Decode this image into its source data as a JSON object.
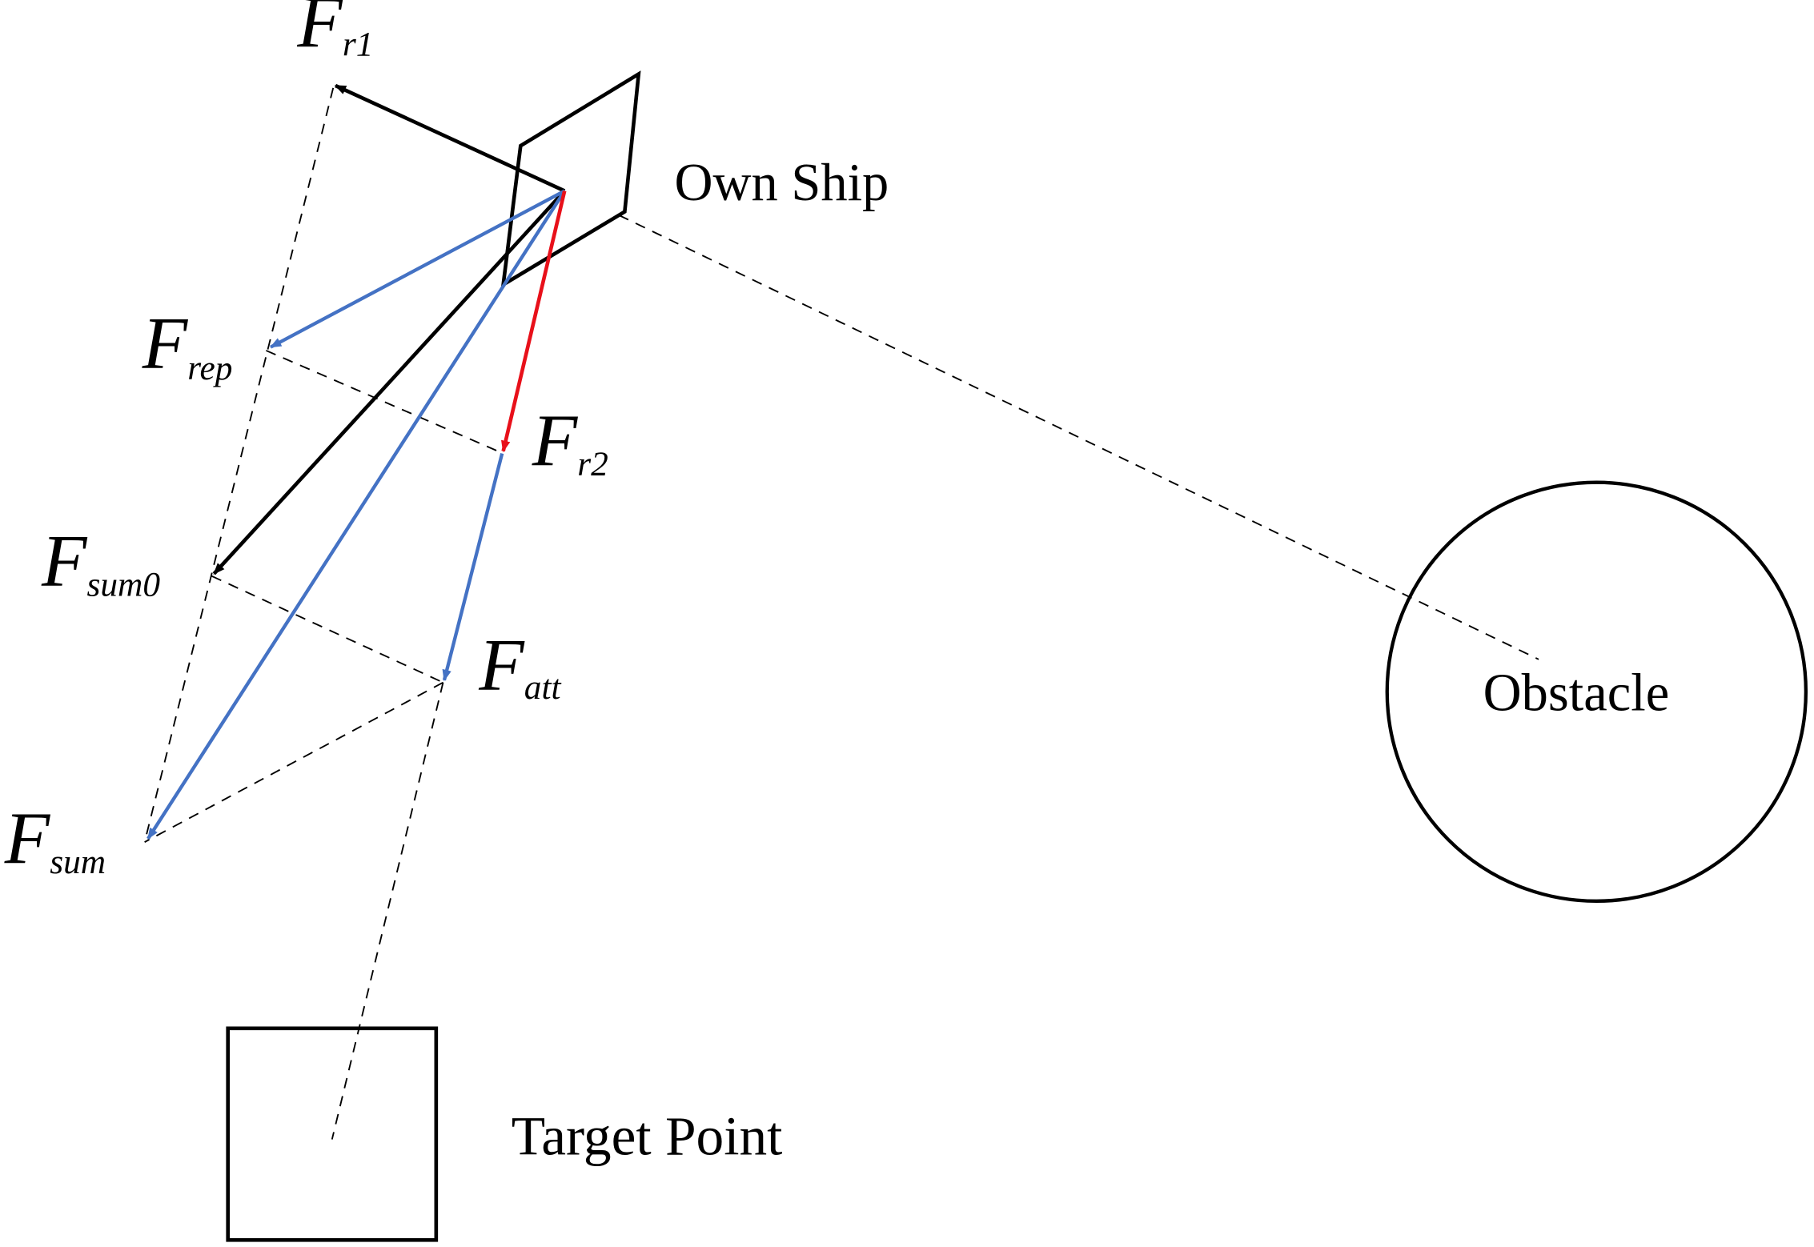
{
  "labels": {
    "own_ship": "Own Ship",
    "obstacle": "Obstacle",
    "target_point": "Target Point"
  },
  "forces": {
    "fr1": {
      "main": "F",
      "sub": "r1"
    },
    "frep": {
      "main": "F",
      "sub": "rep"
    },
    "fr2": {
      "main": "F",
      "sub": "r2"
    },
    "fsum0": {
      "main": "F",
      "sub": "sum0"
    },
    "fatt": {
      "main": "F",
      "sub": "att"
    },
    "fsum": {
      "main": "F",
      "sub": "sum"
    }
  },
  "colors": {
    "black": "#000000",
    "blue": "#4472c4",
    "red": "#e8101a"
  }
}
